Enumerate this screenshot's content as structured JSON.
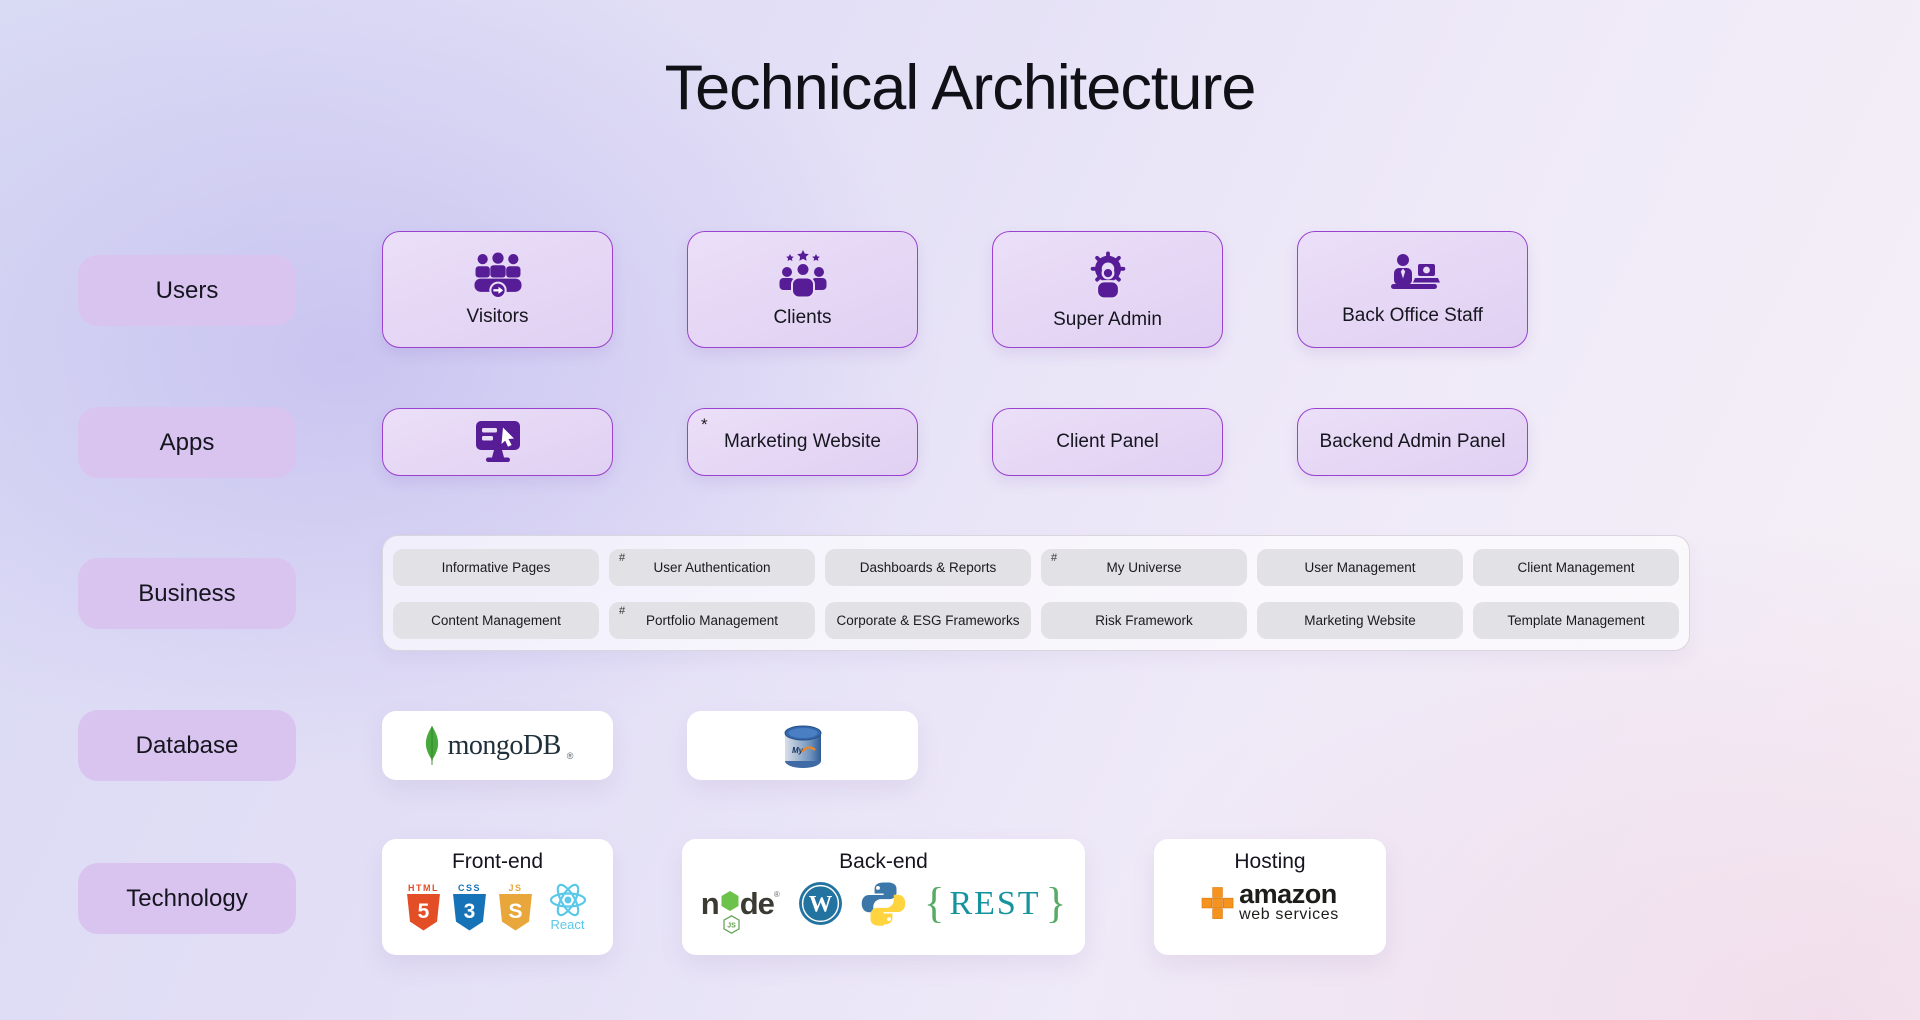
{
  "title": "Technical Architecture",
  "side_labels": [
    "Users",
    "Apps",
    "Business",
    "Database",
    "Technology"
  ],
  "users_cards": [
    {
      "label": "Visitors",
      "icon": "visitors-icon"
    },
    {
      "label": "Clients",
      "icon": "clients-icon"
    },
    {
      "label": "Super Admin",
      "icon": "super-admin-icon"
    },
    {
      "label": "Back Office Staff",
      "icon": "back-office-staff-icon"
    }
  ],
  "apps_cards": [
    {
      "label": "",
      "icon": "website-monitor-icon"
    },
    {
      "label": "Marketing Website",
      "marker": "*"
    },
    {
      "label": "Client Panel"
    },
    {
      "label": "Backend Admin Panel"
    }
  ],
  "business_pills": [
    {
      "label": "Informative Pages"
    },
    {
      "label": "User Authentication",
      "marker": "#"
    },
    {
      "label": "Dashboards & Reports"
    },
    {
      "label": "My Universe",
      "marker": "#"
    },
    {
      "label": "User Management"
    },
    {
      "label": "Client Management"
    },
    {
      "label": "Content Management"
    },
    {
      "label": "Portfolio Management",
      "marker": "#"
    },
    {
      "label": "Corporate & ESG Frameworks"
    },
    {
      "label": "Risk Framework"
    },
    {
      "label": "Marketing Website"
    },
    {
      "label": "Template Management"
    }
  ],
  "database_cards": [
    {
      "name": "MongoDB",
      "wordmark": "mongoDB",
      "reg": "®",
      "icon": "mongodb-leaf-icon"
    },
    {
      "name": "MySQL",
      "icon": "mysql-cylinder-icon"
    }
  ],
  "technology_cards": [
    {
      "title": "Front-end",
      "stack": [
        {
          "icon": "html5-icon",
          "label": "HTML",
          "glyph": "5"
        },
        {
          "icon": "css3-icon",
          "label": "CSS",
          "glyph": "3"
        },
        {
          "icon": "js-icon",
          "label": "JS",
          "glyph": "S"
        },
        {
          "icon": "react-icon",
          "label": "React"
        }
      ]
    },
    {
      "title": "Back-end",
      "stack": [
        {
          "icon": "nodejs-icon",
          "word_left": "n",
          "word_right": "de",
          "badge": "JS",
          "reg": "®"
        },
        {
          "icon": "wordpress-icon",
          "glyph": "W"
        },
        {
          "icon": "python-icon"
        },
        {
          "icon": "rest-api-icon",
          "open_brace": "{",
          "text": "REST",
          "close_brace": "}"
        }
      ]
    },
    {
      "title": "Hosting",
      "stack": [
        {
          "icon": "aws-icon",
          "wordmark": "amazon",
          "subtext": "web services"
        }
      ]
    }
  ],
  "colors": {
    "icon_purple": "#571d96",
    "card_border_purple": "#9a41cf",
    "card_bg_purple": "#e7daf6",
    "label_pill_bg": "#d9c4f0",
    "business_pill_gray": "#e2e1e5",
    "html5_orange": "#e44e26",
    "css3_blue": "#1673b7",
    "js_gold": "#e9a63a",
    "react_cyan": "#5ac8e8",
    "node_green": "#6cc24a",
    "wordpress_blue": "#2373a1",
    "python_blue": "#3b77a8",
    "python_yellow": "#ffd43e",
    "rest_teal": "#15949e",
    "rest_brace_green": "#58ab67",
    "aws_orange": "#f6921e",
    "mongodb_green": "#47a83c"
  }
}
